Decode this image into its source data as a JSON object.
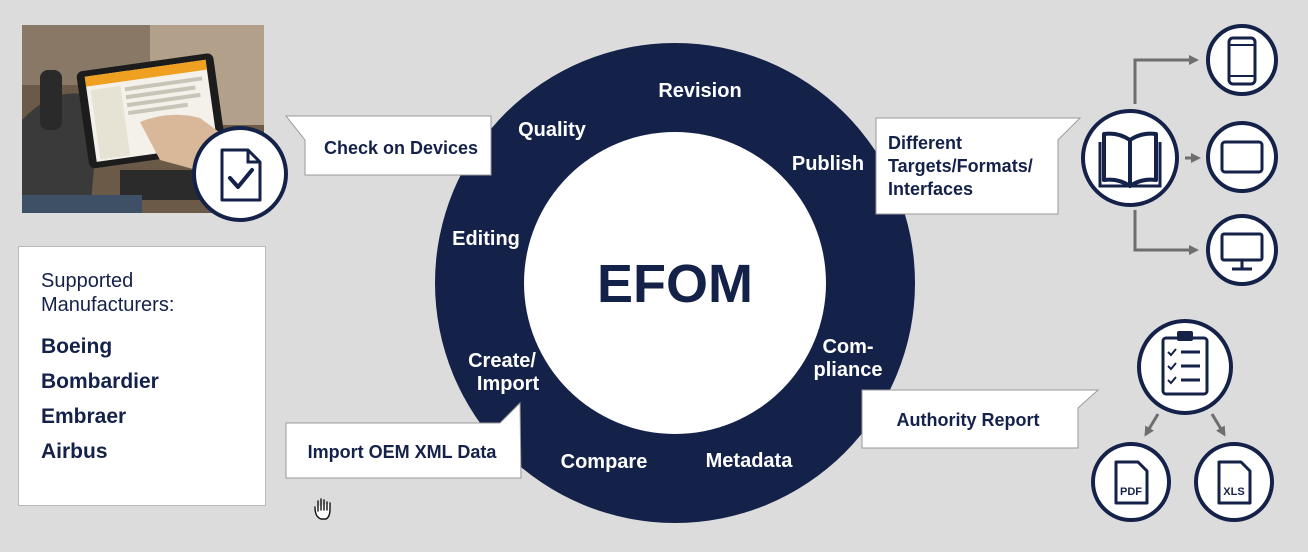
{
  "center": {
    "label": "EFOM"
  },
  "ring_labels": {
    "revision": "Revision",
    "quality": "Quality",
    "publish": "Publish",
    "editing": "Editing",
    "compliance_1": "Com-",
    "compliance_2": "pliance",
    "create_import_1": "Create/",
    "create_import_2": "Import",
    "compare": "Compare",
    "metadata": "Metadata"
  },
  "callouts": {
    "check_devices": "Check on Devices",
    "targets_1": "Different",
    "targets_2": "Targets/Formats/",
    "targets_3": "Interfaces",
    "authority_report": "Authority Report",
    "import_oem": "Import OEM XML Data"
  },
  "manufacturers": {
    "heading_1": "Supported",
    "heading_2": "Manufacturers:",
    "items": [
      "Boeing",
      "Bombardier",
      "Embraer",
      "Airbus"
    ]
  },
  "file_badges": {
    "pdf": "PDF",
    "xls": "XLS"
  },
  "icons": {
    "document_check": "document-check-icon",
    "book": "book-icon",
    "phone": "phone-icon",
    "tablet": "tablet-icon",
    "monitor": "monitor-icon",
    "clipboard": "clipboard-checklist-icon",
    "pdf": "pdf-file-icon",
    "xls": "xls-file-icon",
    "cursor": "hand-cursor-icon"
  },
  "colors": {
    "navy": "#14224a",
    "background": "#dcdcdc",
    "arrow": "#6e6e6e",
    "white": "#ffffff"
  }
}
